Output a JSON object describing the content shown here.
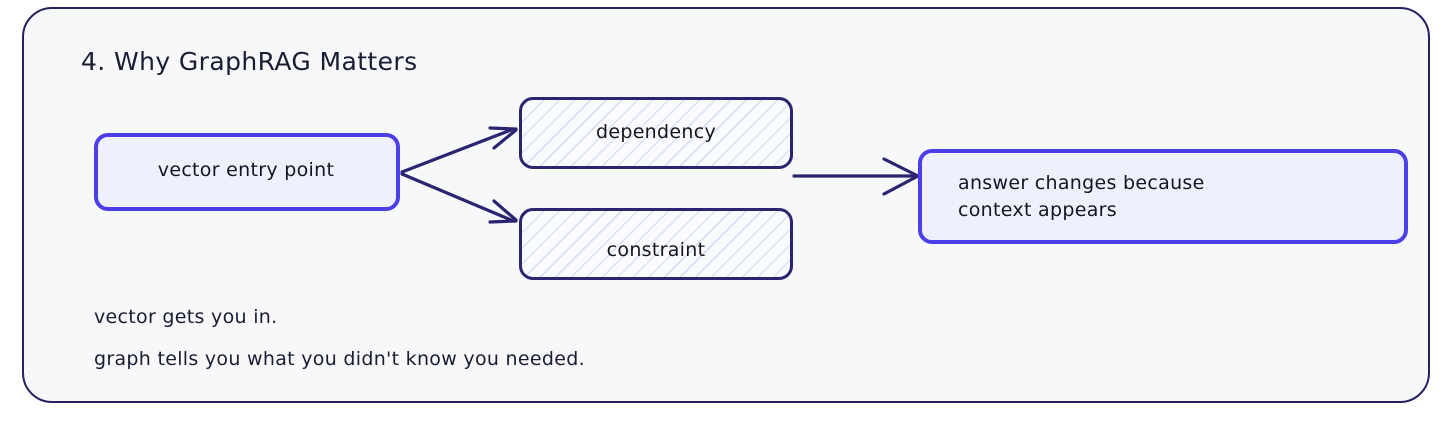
{
  "canvas": {
    "background": "#ffffff",
    "panel_background": "#f7f8fa",
    "panel_border_color": "#262262"
  },
  "colors": {
    "accent_indigo": "#4b40e8",
    "accent_indigo_fill": "#eef0fd",
    "navy": "#2b2470",
    "hatch": "#7882e1",
    "ink": "#1b1b33"
  },
  "title": "4. Why GraphRAG Matters",
  "nodes": [
    {
      "id": "vector-entry-point",
      "label": "vector entry point",
      "style": "solid",
      "clipped": true
    },
    {
      "id": "dependency",
      "label": "dependency",
      "style": "hatched"
    },
    {
      "id": "constraint",
      "label": "constraint",
      "style": "hatched"
    },
    {
      "id": "answer-changes",
      "label": "answer changes because\ncontext appears",
      "style": "solid"
    }
  ],
  "edges": [
    {
      "id": "edge-vector-dependency",
      "from": "vector-entry-point",
      "to": "dependency"
    },
    {
      "id": "edge-vector-constraint",
      "from": "vector-entry-point",
      "to": "constraint"
    },
    {
      "id": "edge-dependency-answer",
      "from": "dependency",
      "to": "answer-changes"
    }
  ],
  "caption": {
    "line1": "vector gets you in.",
    "line2": "graph tells you what you didn't know you needed."
  }
}
